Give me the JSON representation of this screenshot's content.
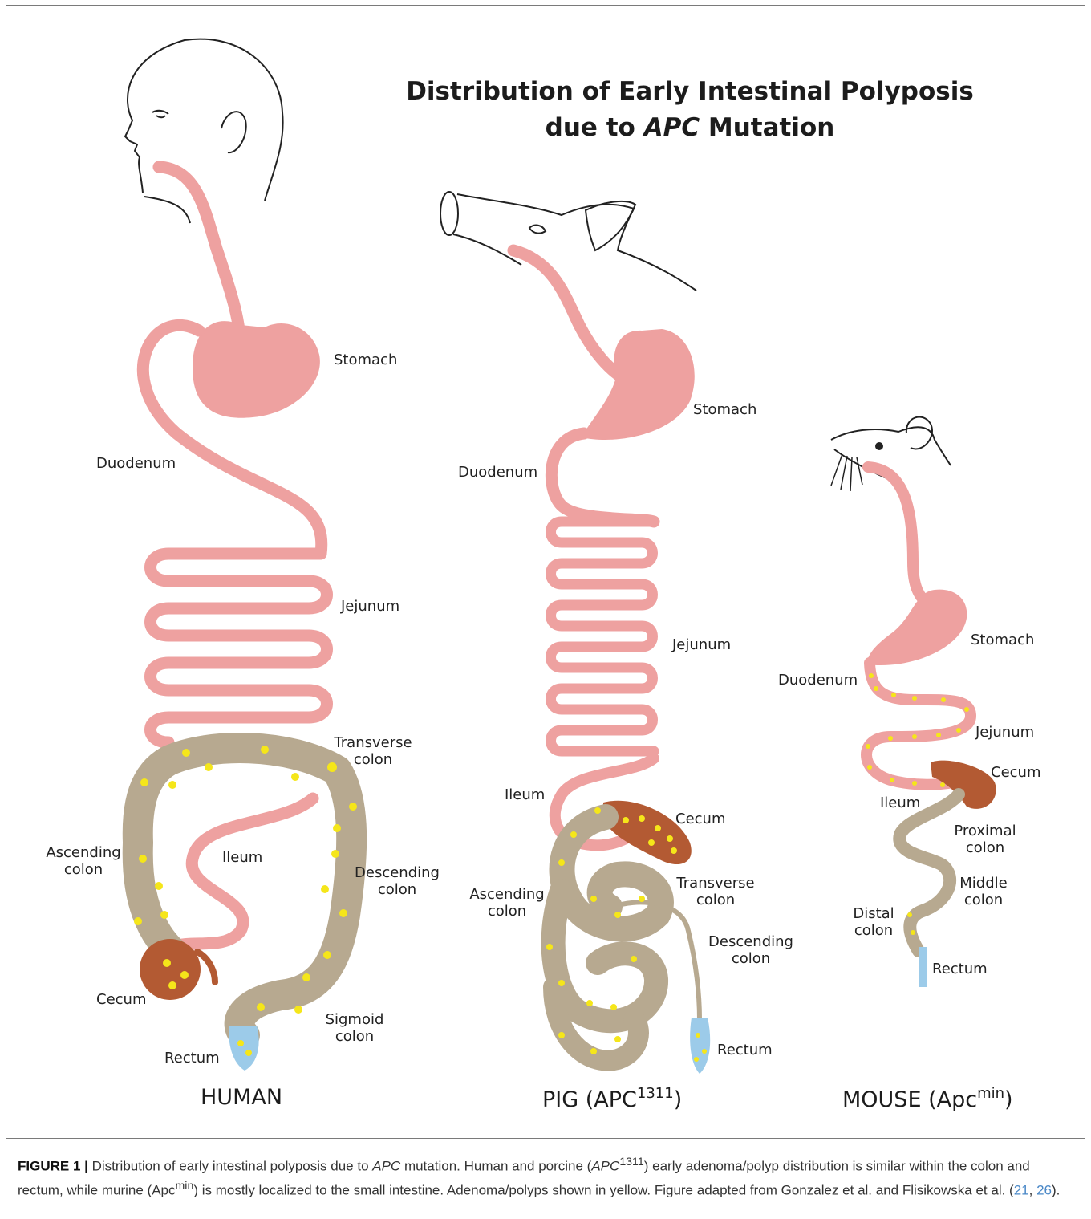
{
  "title": {
    "line1": "Distribution of Early Intestinal Polyposis",
    "line2_pre": "due to ",
    "line2_em": "APC",
    "line2_post": " Mutation"
  },
  "panels": {
    "human": {
      "caption": "HUMAN",
      "labels": {
        "stomach": "Stomach",
        "duodenum": "Duodenum",
        "jejunum": "Jejunum",
        "transverse_1": "Transverse",
        "transverse_2": "colon",
        "ascending_1": "Ascending",
        "ascending_2": "colon",
        "ileum": "Ileum",
        "descending_1": "Descending",
        "descending_2": "colon",
        "cecum": "Cecum",
        "sigmoid_1": "Sigmoid",
        "sigmoid_2": "colon",
        "rectum": "Rectum"
      }
    },
    "pig": {
      "caption_pre": "PIG  (APC",
      "caption_sup": "1311",
      "caption_post": ")",
      "labels": {
        "stomach": "Stomach",
        "duodenum": "Duodenum",
        "jejunum": "Jejunum",
        "ileum": "Ileum",
        "cecum": "Cecum",
        "ascending_1": "Ascending",
        "ascending_2": "colon",
        "transverse_1": "Transverse",
        "transverse_2": "colon",
        "descending_1": "Descending",
        "descending_2": "colon",
        "rectum": "Rectum"
      }
    },
    "mouse": {
      "caption_pre": "MOUSE (Apc",
      "caption_sup": "min",
      "caption_post": ")",
      "labels": {
        "stomach": "Stomach",
        "duodenum": "Duodenum",
        "jejunum": "Jejunum",
        "cecum": "Cecum",
        "ileum": "Ileum",
        "proximal_1": "Proximal",
        "proximal_2": "colon",
        "middle_1": "Middle",
        "middle_2": "colon",
        "distal_1": "Distal",
        "distal_2": "colon",
        "rectum": "Rectum"
      }
    }
  },
  "caption": {
    "figure_label": "FIGURE 1 |",
    "t1": " Distribution of early intestinal polyposis due to ",
    "t1_em": "APC",
    "t2": " mutation. Human and porcine (",
    "t2_em": "APC",
    "t2_sup": "1311",
    "t3": ") early adenoma/polyp distribution is similar within the colon and rectum, while murine (Apc",
    "t3_sup": "min",
    "t4": ") is mostly localized to the small intestine. Adenoma/polyps shown in yellow. Figure adapted from Gonzalez et al. and Flisikowska et al. (",
    "ref1": "21",
    "sep": ", ",
    "ref2": "26",
    "t5": ")."
  },
  "colors": {
    "intestine": "#eea1a0",
    "colon": "#b7a990",
    "cecum": "#b35a33",
    "rectum": "#9ccbe9",
    "polyp": "#f5e61a",
    "reference": "#4a88c7"
  }
}
